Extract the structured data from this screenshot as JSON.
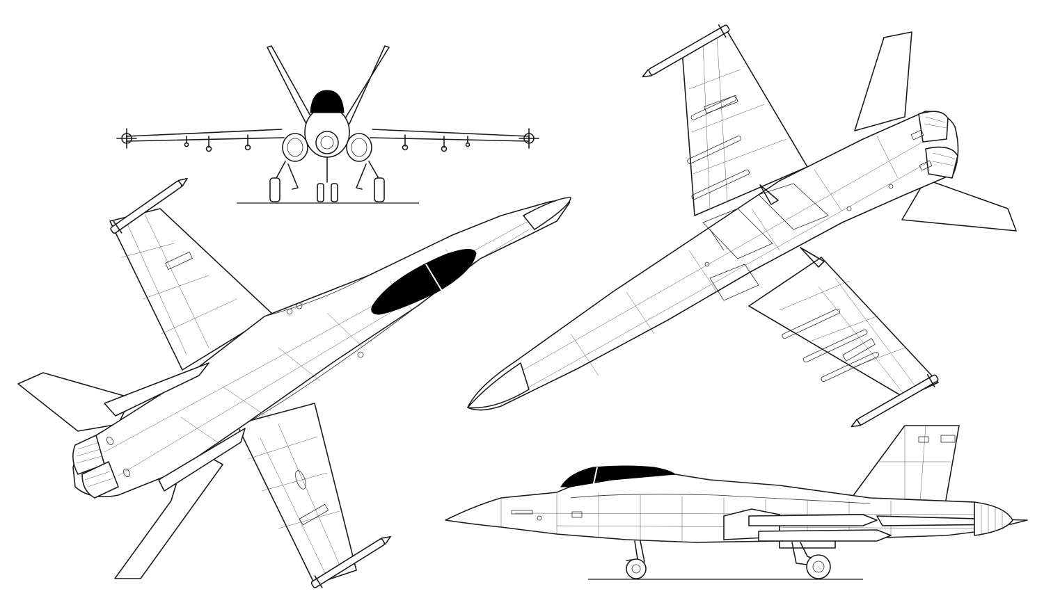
{
  "drawing": {
    "subject": "",
    "line_color": "#1a1a1a",
    "canopy_color": "#000000",
    "background": "#ffffff",
    "views": [
      "front",
      "top",
      "bottom",
      "side"
    ]
  }
}
